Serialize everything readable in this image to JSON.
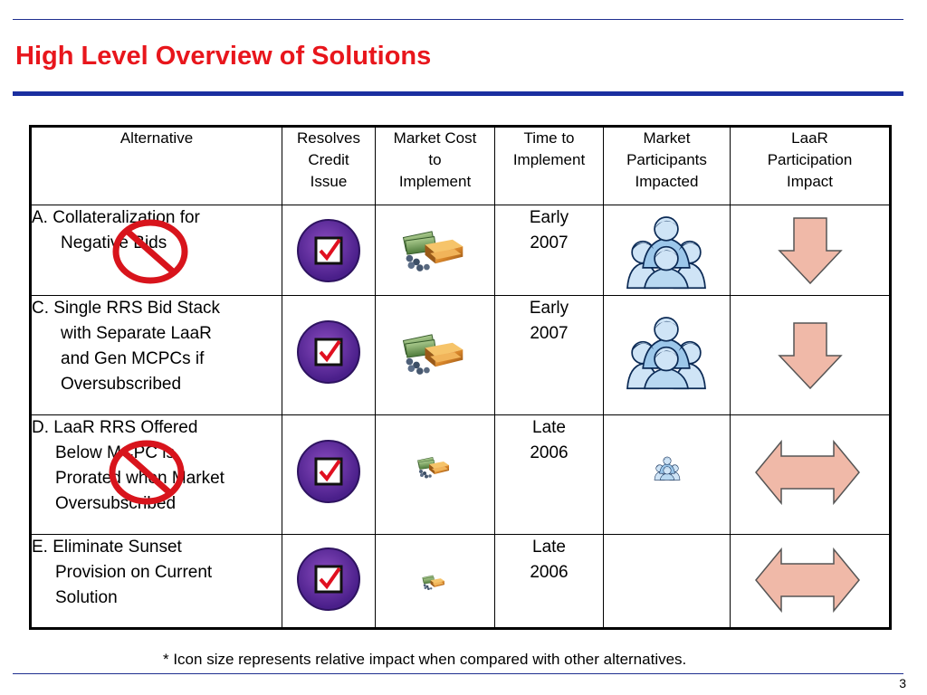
{
  "slide": {
    "title": "High Level Overview of Solutions",
    "footnote": "* Icon size represents relative impact when compared with other alternatives.",
    "page_number": "3"
  },
  "table": {
    "headers": [
      [
        "Alternative"
      ],
      [
        "Resolves",
        "Credit",
        "Issue"
      ],
      [
        "Market Cost",
        "to",
        "Implement"
      ],
      [
        "Time to",
        "Implement"
      ],
      [
        "Market",
        "Participants",
        "Impacted"
      ],
      [
        "LaaR",
        "Participation",
        "Impact"
      ]
    ],
    "rows": [
      {
        "alternative": [
          "A. Collateralization for",
          "Negative Bids"
        ],
        "resolves_credit": "checkmark-icon",
        "market_cost_icon": "money-gold-icon",
        "market_cost_size": "large",
        "time": [
          "Early",
          "2007"
        ],
        "participants_icon": "people-group-icon",
        "participants_size": "large",
        "laar_impact": "down-arrow-icon",
        "rejected": true
      },
      {
        "alternative": [
          "C. Single RRS Bid Stack",
          "with Separate LaaR",
          "and Gen MCPCs if",
          "Oversubscribed"
        ],
        "resolves_credit": "checkmark-icon",
        "market_cost_icon": "money-gold-icon",
        "market_cost_size": "large",
        "time": [
          "Early",
          "2007"
        ],
        "participants_icon": "people-group-icon",
        "participants_size": "large",
        "laar_impact": "down-arrow-icon",
        "rejected": false
      },
      {
        "alternative": [
          "D. LaaR RRS Offered",
          "Below MCPC is",
          "Prorated when Market",
          "Oversubscribed"
        ],
        "resolves_credit": "checkmark-icon",
        "market_cost_icon": "money-gold-icon",
        "market_cost_size": "medium",
        "time": [
          "Late",
          "2006"
        ],
        "participants_icon": "people-group-icon",
        "participants_size": "small",
        "laar_impact": "double-arrow-icon",
        "rejected": true
      },
      {
        "alternative": [
          "E. Eliminate Sunset",
          "Provision on Current",
          "Solution"
        ],
        "resolves_credit": "checkmark-icon",
        "market_cost_icon": "money-gold-icon",
        "market_cost_size": "small",
        "time": [
          "Late",
          "2006"
        ],
        "participants_icon": "",
        "participants_size": "none",
        "laar_impact": "double-arrow-icon",
        "rejected": false
      }
    ]
  },
  "colors": {
    "title": "#e8161c",
    "rule": "#1a2fa0",
    "badge": "#5b2a99",
    "check": "#e01020",
    "arrow_fill": "#f0b9a8",
    "no_symbol": "#d8141c"
  }
}
